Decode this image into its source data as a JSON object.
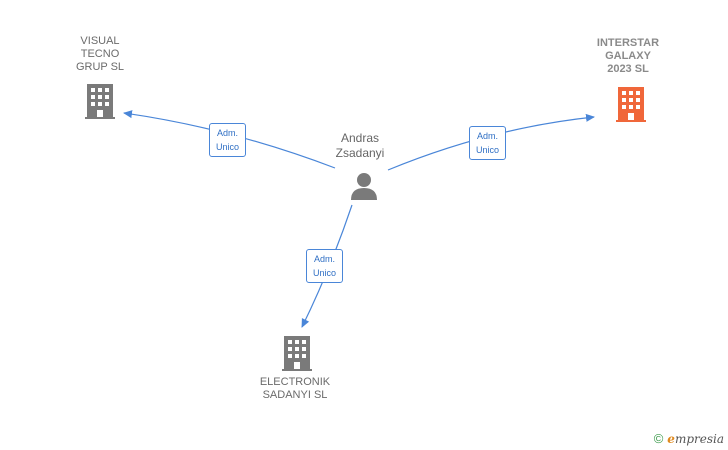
{
  "nodes": {
    "visual": {
      "lines": [
        "VISUAL",
        "TECNO",
        "GRUP  SL"
      ],
      "color": "#7a7a7a"
    },
    "interstar": {
      "lines": [
        "INTERSTAR",
        "GALAXY",
        "2023  SL"
      ],
      "color": "#f0673a"
    },
    "electronik": {
      "lines": [
        "ELECTRONIK",
        "SADANYI  SL"
      ],
      "color": "#7a7a7a"
    },
    "person": {
      "lines": [
        "Andras",
        "Zsadanyi"
      ],
      "color": "#777777"
    }
  },
  "edges": [
    {
      "id": "to-visual",
      "lines": [
        "Adm.",
        "Unico"
      ]
    },
    {
      "id": "to-interstar",
      "lines": [
        "Adm.",
        "Unico"
      ]
    },
    {
      "id": "to-electronik",
      "lines": [
        "Adm.",
        "Unico"
      ]
    }
  ],
  "edge_color": "#4a86d8",
  "watermark": {
    "symbol": "©",
    "brand_first": "e",
    "brand_rest": "mpresia"
  }
}
